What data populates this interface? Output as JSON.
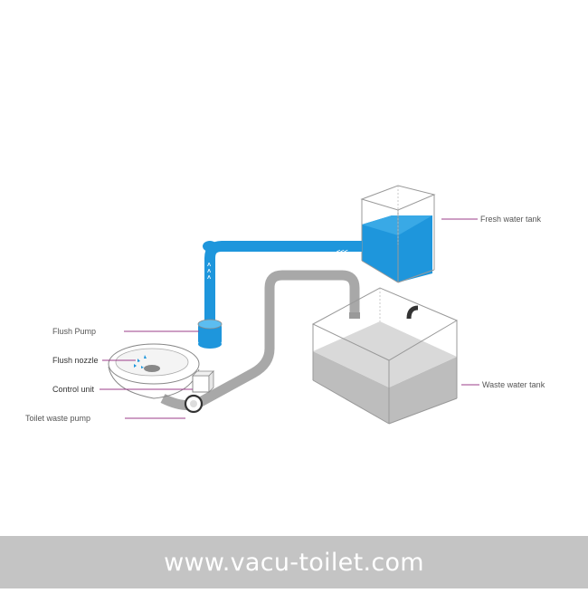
{
  "diagram": {
    "labels": {
      "flush_pump": "Flush Pump",
      "flush_nozzle": "Flush nozzle",
      "control_unit": "Control unit",
      "toilet_waste_pump": "Toilet waste pump",
      "fresh_water_tank": "Fresh water tank",
      "waste_water_tank": "Waste water tank"
    },
    "flow_arrows": {
      "fresh_line": "<<<",
      "waste_line": ">>>"
    },
    "colors": {
      "fresh_water": "#1e96dc",
      "waste_pipe": "#a8a8a8",
      "leader_line": "#9b3d8a",
      "outline": "#888888",
      "footer_bg": "#c4c4c4"
    }
  },
  "footer": {
    "website": "www.vacu-toilet.com"
  }
}
